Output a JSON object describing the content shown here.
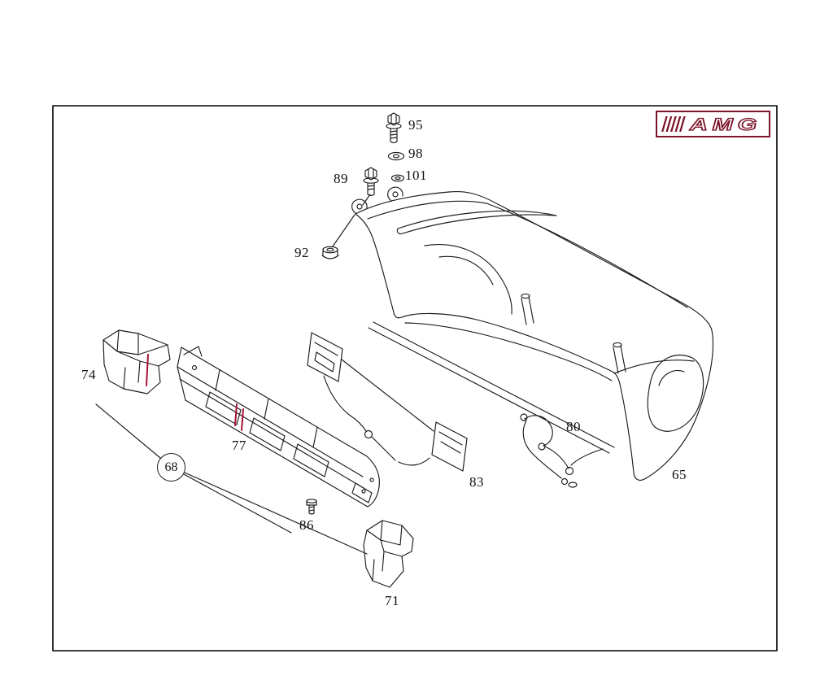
{
  "logo": {
    "text": "AMG",
    "color": "#7a1228"
  },
  "colors": {
    "line": "#1c1c1c",
    "frame": "#000000",
    "highlight": "#a51236",
    "background": "#ffffff"
  },
  "parts": [
    {
      "label": "95"
    },
    {
      "label": "98"
    },
    {
      "label": "89"
    },
    {
      "label": "101"
    },
    {
      "label": "92"
    },
    {
      "label": "74"
    },
    {
      "label": "77"
    },
    {
      "label": "68",
      "circled": true
    },
    {
      "label": "86"
    },
    {
      "label": "83"
    },
    {
      "label": "80"
    },
    {
      "label": "65"
    },
    {
      "label": "71"
    }
  ]
}
